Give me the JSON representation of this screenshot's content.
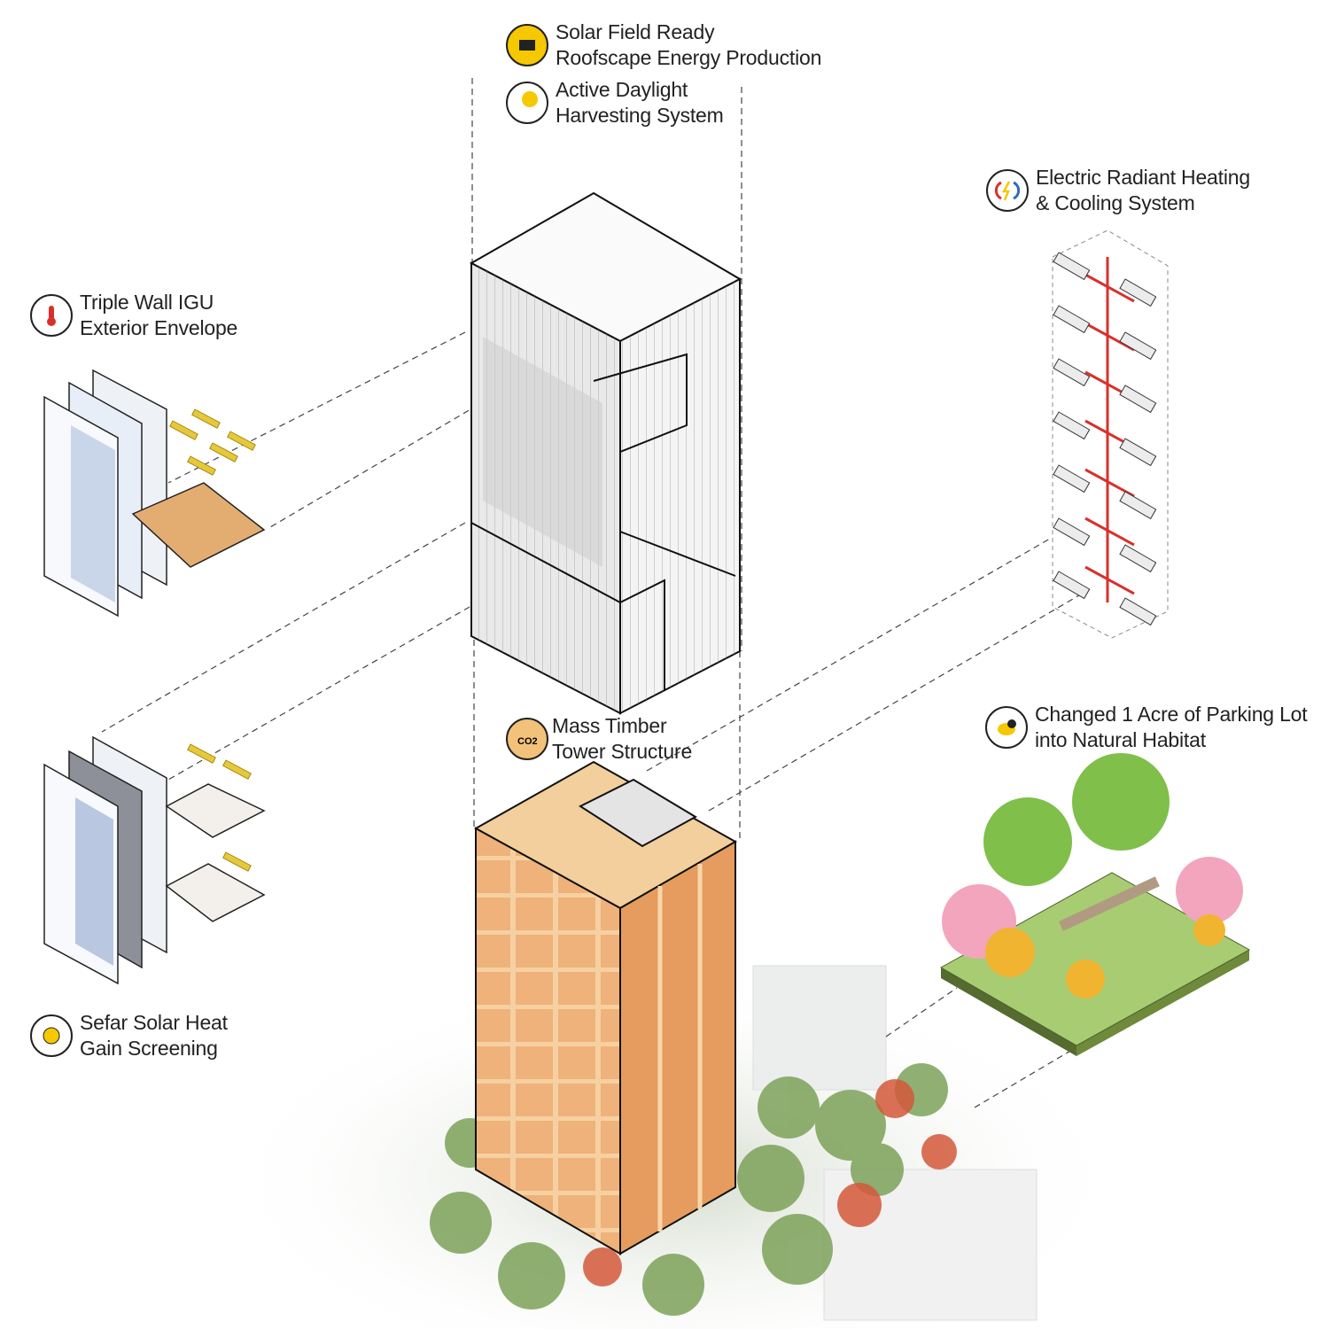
{
  "labels": {
    "solar_field": {
      "line1": "Solar Field Ready",
      "line2": "Roofscape Energy Production",
      "icon": "solar-panel-icon"
    },
    "daylight": {
      "line1": "Active Daylight",
      "line2": "Harvesting System",
      "icon": "sun-cloud-icon"
    },
    "radiant": {
      "line1": "Electric Radiant Heating",
      "line2": "& Cooling System",
      "icon": "heating-cooling-icon"
    },
    "igu": {
      "line1": "Triple Wall IGU",
      "line2": "Exterior Envelope",
      "icon": "thermometer-icon"
    },
    "timber": {
      "line1": "Mass Timber",
      "line2": "Tower Structure",
      "icon": "co2-footprint-icon"
    },
    "habitat": {
      "line1": "Changed 1 Acre of Parking Lot",
      "line2": "into Natural Habitat",
      "icon": "bird-icon"
    },
    "sefar": {
      "line1": "Sefar Solar Heat",
      "line2": "Gain Screening",
      "icon": "sun-icon"
    }
  },
  "colors": {
    "timber": "#e9b27f",
    "timber_dark": "#d38a52",
    "glass": "#f3f3f3",
    "pipe": "#d9302c",
    "grass": "#9cc56a",
    "accent_yellow": "#f5c800"
  }
}
